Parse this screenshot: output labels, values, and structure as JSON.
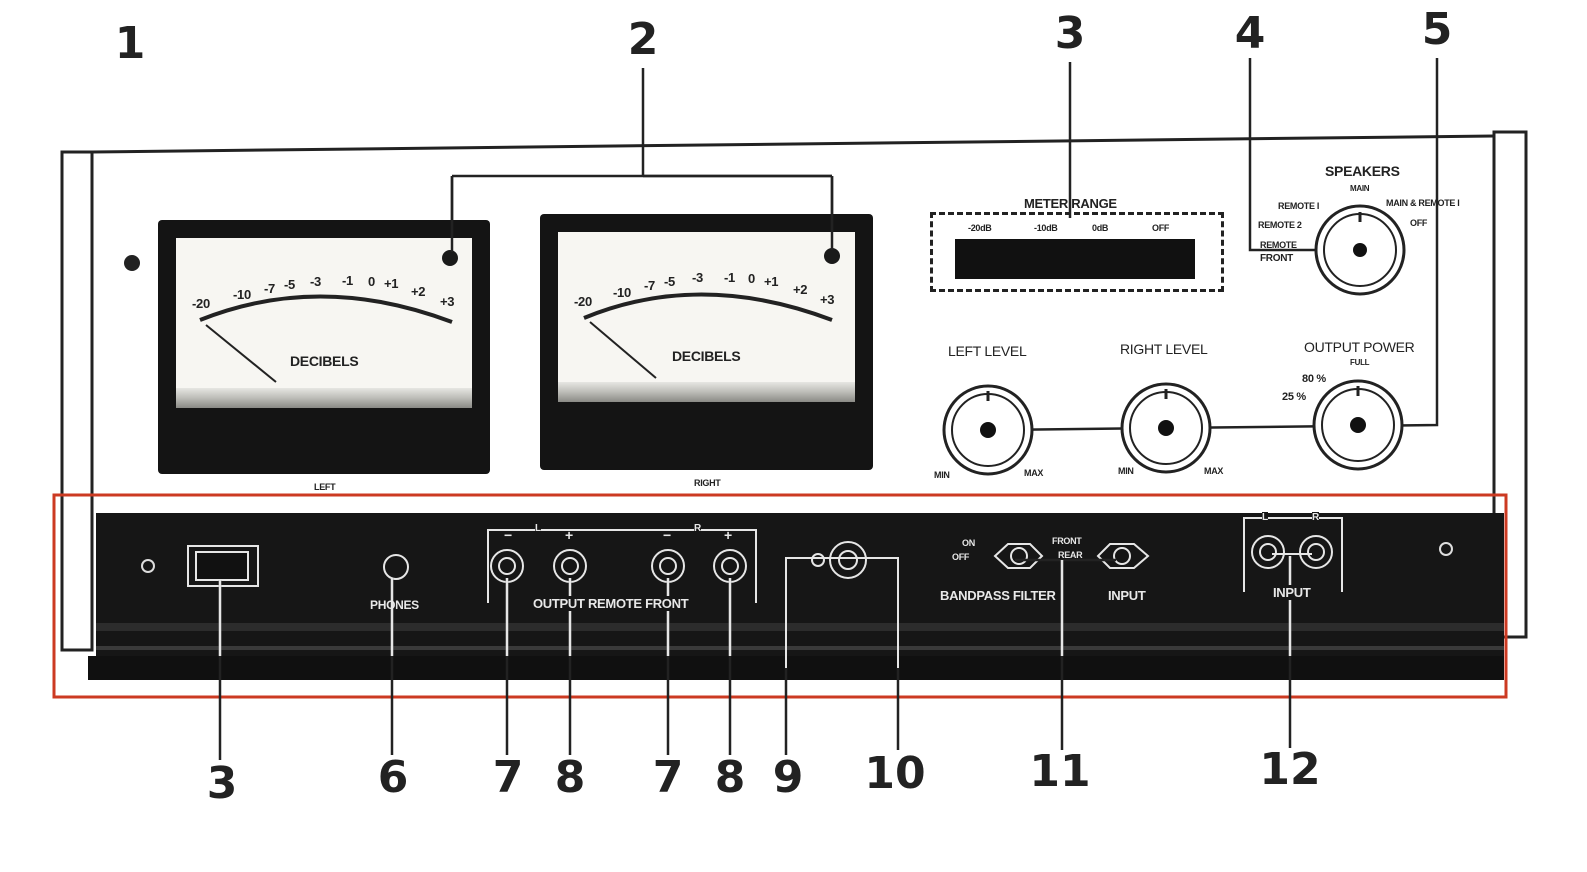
{
  "callouts": {
    "top": [
      "1",
      "2",
      "3",
      "4",
      "5"
    ],
    "bottom": [
      "3",
      "6",
      "7",
      "8",
      "7",
      "8",
      "9",
      "10",
      "11",
      "12"
    ]
  },
  "meters": {
    "scale": [
      "-20",
      "-10",
      "-7",
      "-5",
      "-3",
      "-1",
      "0",
      "+1",
      "+2",
      "+3"
    ],
    "unit": "DECIBELS",
    "left_caption": "LEFT",
    "right_caption": "RIGHT"
  },
  "meter_range": {
    "title": "METER RANGE",
    "options": [
      "-20dB",
      "-10dB",
      "0dB",
      "OFF"
    ]
  },
  "speakers": {
    "title": "SPEAKERS",
    "positions": [
      "MAIN",
      "REMOTE I",
      "MAIN & REMOTE I",
      "REMOTE 2",
      "OFF",
      "REMOTE",
      "FRONT"
    ]
  },
  "levels": {
    "left": "LEFT LEVEL",
    "right": "RIGHT LEVEL",
    "min": "MIN",
    "max": "MAX"
  },
  "output_power": {
    "title": "OUTPUT POWER",
    "full": "FULL",
    "p80": "80 %",
    "p25": "25 %"
  },
  "lower_panel": {
    "phones": "PHONES",
    "output_remote_front": "OUTPUT REMOTE FRONT",
    "minus": "−",
    "plus": "+",
    "l": "L",
    "r": "R",
    "on": "ON",
    "off": "OFF",
    "front": "FRONT",
    "rear": "REAR",
    "bandpass_filter": "BANDPASS FILTER",
    "input": "INPUT",
    "input2": "INPUT"
  },
  "colors": {
    "highlight_box": "#cc3a22",
    "panel_dark": "#161616",
    "faceplate": "#ffffff"
  }
}
